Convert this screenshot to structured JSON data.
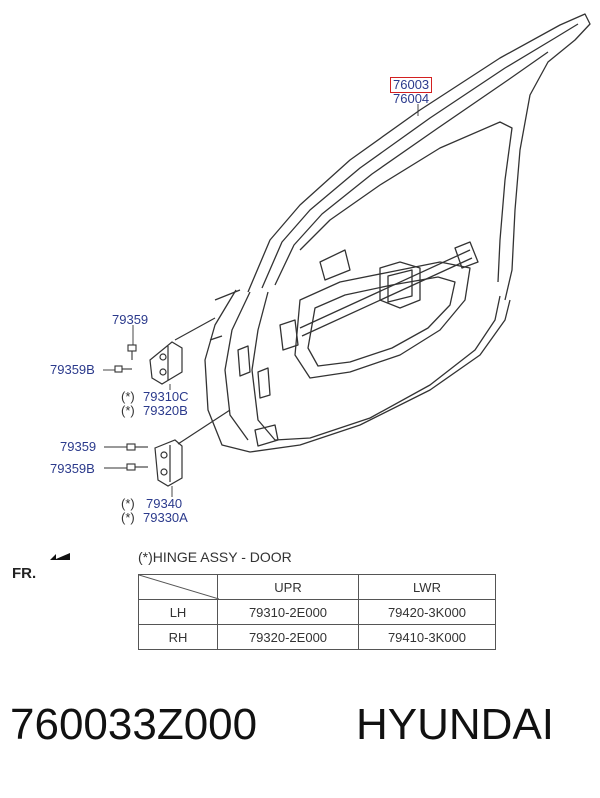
{
  "labels": {
    "door_panel": "76003",
    "door_panel_alt": "76004",
    "bolt_upper_1": "79359",
    "bolt_upper_2": "79359B",
    "hinge_upper_1": "79310C",
    "hinge_upper_2": "79320B",
    "bolt_lower_1": "79359",
    "bolt_lower_2": "79359B",
    "hinge_lower_1": "79340",
    "hinge_lower_2": "79330A",
    "asterisk": "(*)"
  },
  "front_marker": "FR.",
  "table_note": "(*)HINGE ASSY - DOOR",
  "table": {
    "headers": [
      "",
      "UPR",
      "LWR"
    ],
    "rows": [
      {
        "side": "LH",
        "upr": "79310-2E000",
        "lwr": "79420-3K000"
      },
      {
        "side": "RH",
        "upr": "79320-2E000",
        "lwr": "79410-3K000"
      }
    ]
  },
  "footer": {
    "part_number": "760033Z000",
    "brand": "HYUNDAI"
  },
  "colors": {
    "label": "#2b3a8c",
    "highlight": "#d32020",
    "line": "#333333"
  }
}
